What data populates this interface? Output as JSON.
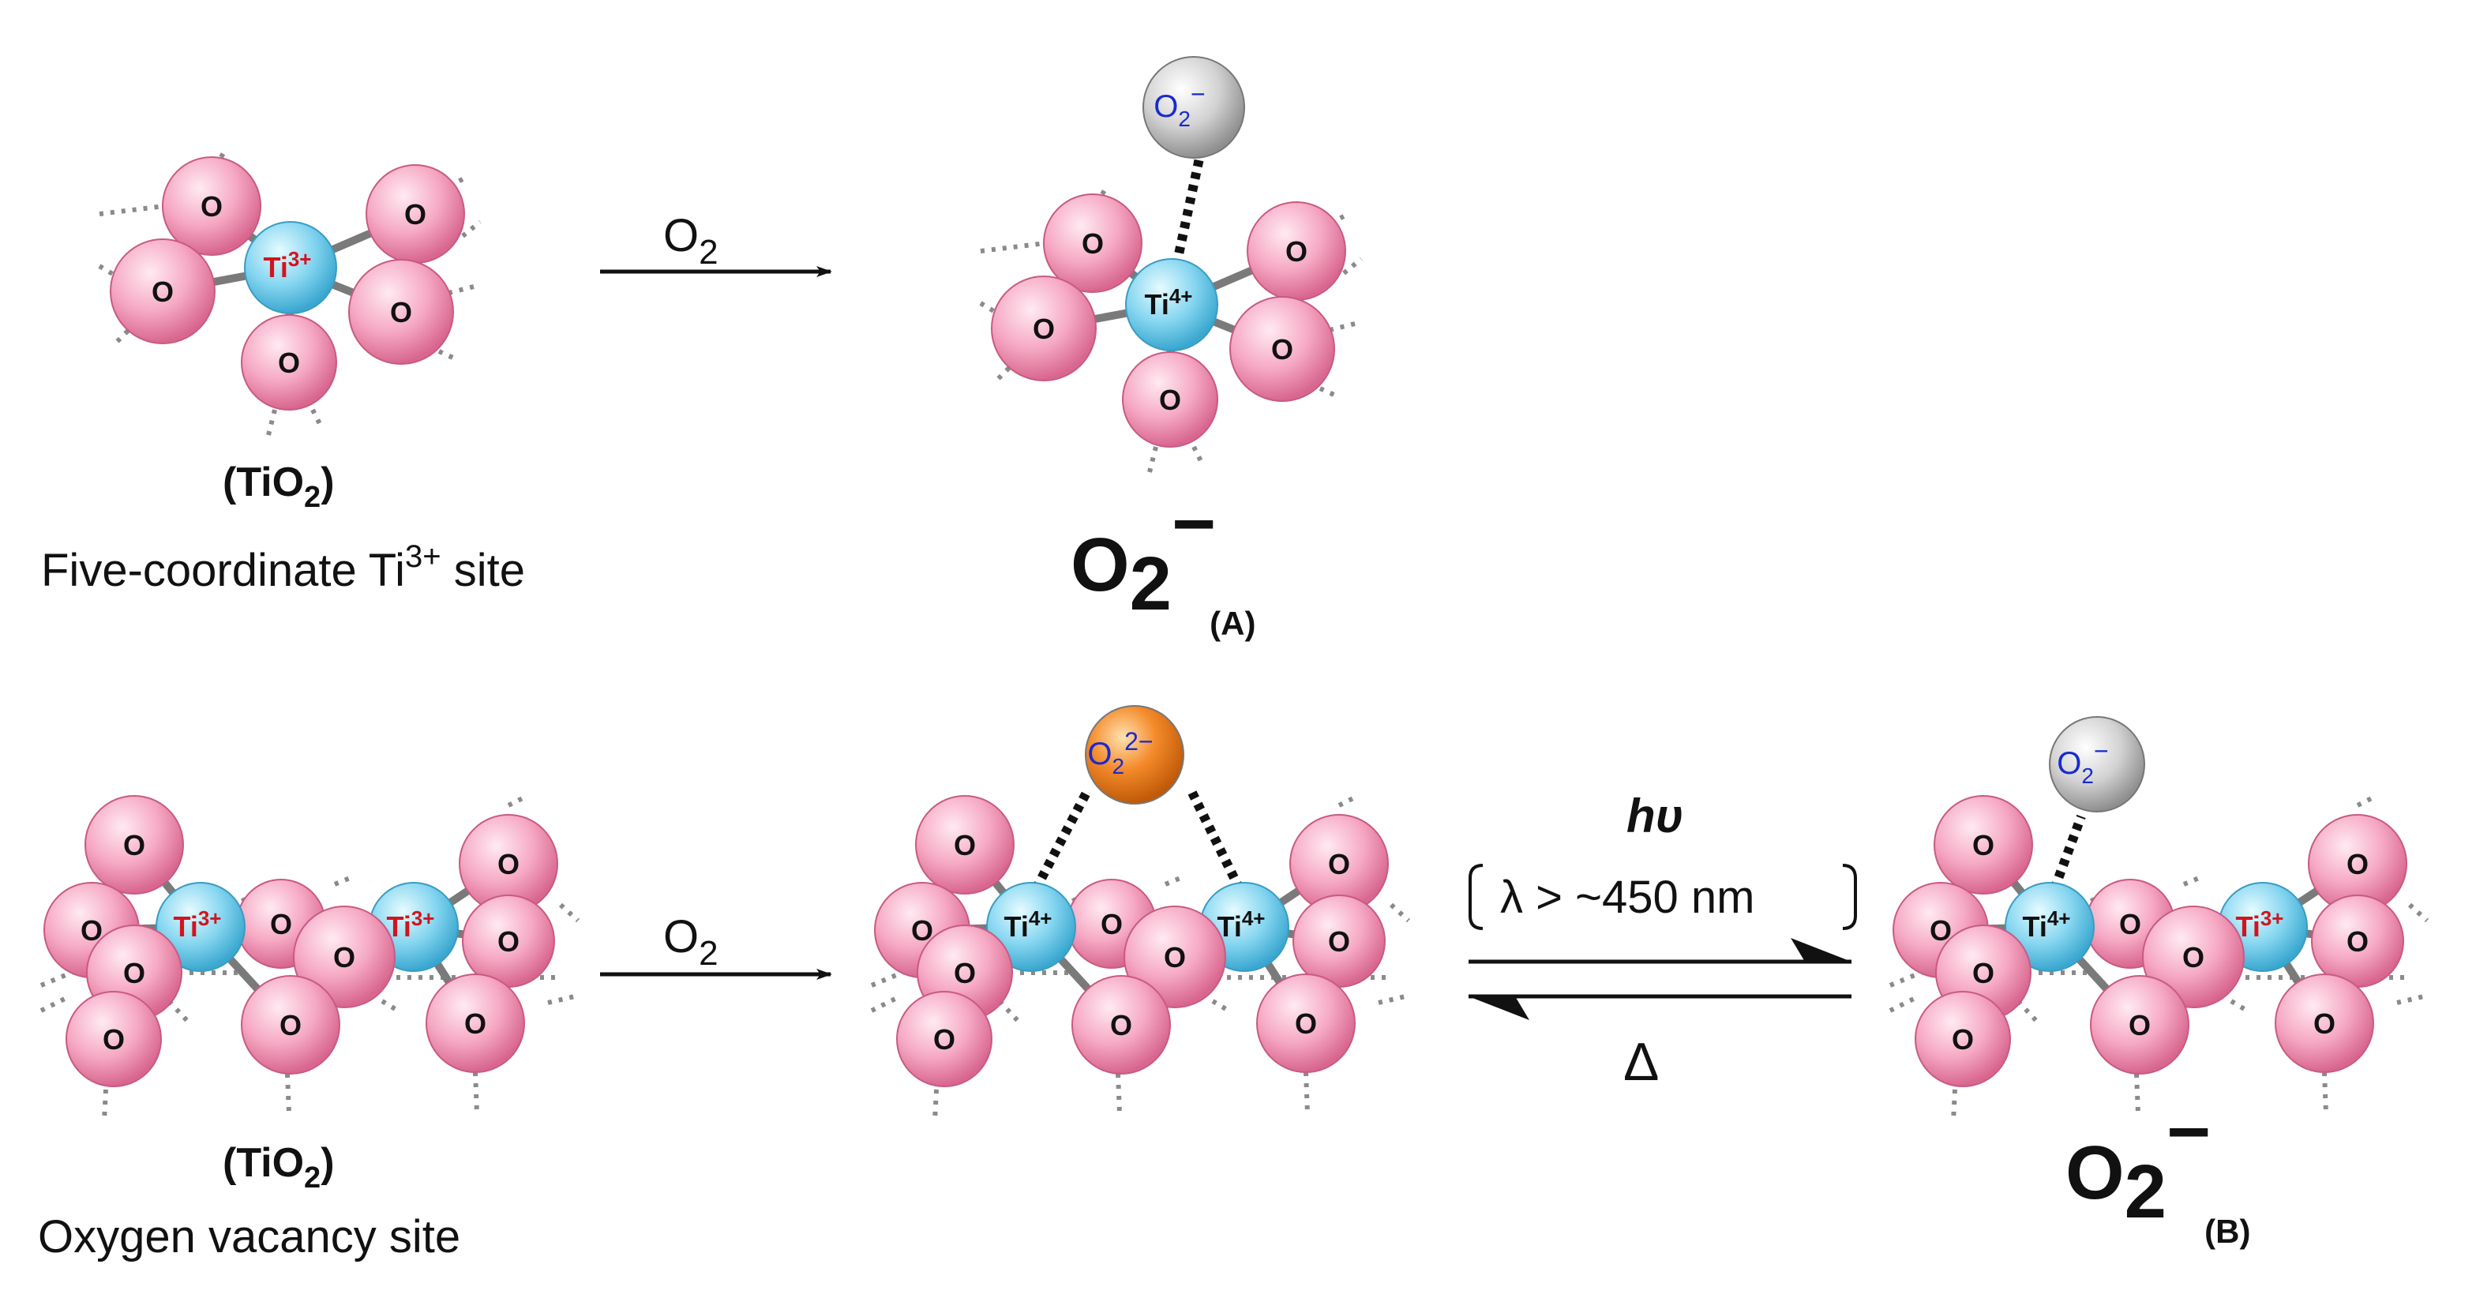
{
  "colors": {
    "oxygen_atom": "#f4a6c0",
    "titanium_atom": "#7fd3ee",
    "bond": "#7a7a7a",
    "lattice_dots": "#8a8a8a",
    "superoxide_ball": "#c9c9c9",
    "peroxide_ball": "#f08a2a",
    "ti3_label": "#d2141e",
    "ti4_label": "#111111",
    "adsorbate_label": "#1a2ad0"
  },
  "atoms": {
    "oxygen": "O",
    "titanium_element": "Ti",
    "ti3_charge": "3+",
    "ti4_charge": "4+"
  },
  "adsorbates": {
    "superoxide_base": "O",
    "superoxide_sub": "2",
    "superoxide_charge": "−",
    "peroxide_base": "O",
    "peroxide_sub": "2",
    "peroxide_charge": "2−"
  },
  "top_row": {
    "reagent_base": "O",
    "reagent_sub": "2",
    "substrate_label_open": "(TiO",
    "substrate_label_sub": "2",
    "substrate_label_close": ")",
    "site_caption_main": "Five-coordinate Ti",
    "site_caption_sup": "3+",
    "site_caption_end": " site",
    "product_base": "O",
    "product_sub": "2",
    "product_charge": "−",
    "product_tag": "(A)"
  },
  "bottom_row": {
    "reagent_base": "O",
    "reagent_sub": "2",
    "substrate_label_open": "(TiO",
    "substrate_label_sub": "2",
    "substrate_label_close": ")",
    "site_caption": "Oxygen vacancy site",
    "forward_condition": "hυ",
    "wavelength_condition": "λ > ~450 nm",
    "reverse_condition": "Δ",
    "product_base": "O",
    "product_sub": "2",
    "product_charge": "−",
    "product_tag": "(B)"
  }
}
